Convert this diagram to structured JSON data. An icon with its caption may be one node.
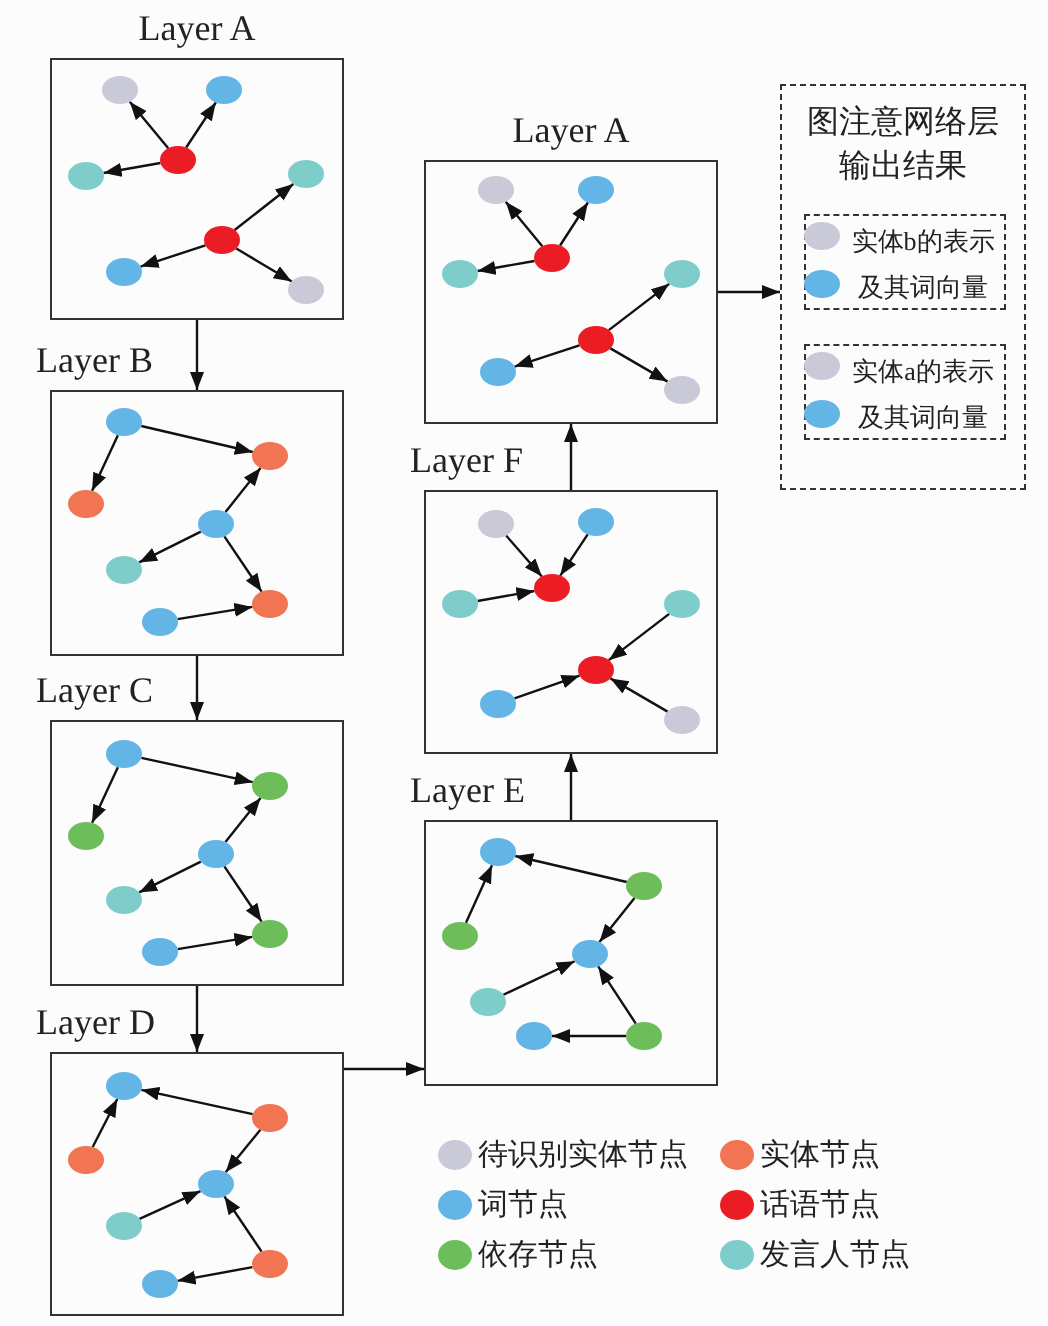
{
  "diagram": {
    "nodes": [
      {
        "text": [
          "Layer A"
        ]
      },
      {
        "text": [],
        "shape": "circle",
        "in": 0
      },
      {
        "text": [],
        "shape": "circle",
        "in": 0
      },
      {
        "text": [],
        "shape": "circle",
        "in": 0
      },
      {
        "text": [],
        "shape": "circle",
        "in": 0
      },
      {
        "text": [],
        "shape": "circle",
        "in": 0
      },
      {
        "text": [],
        "shape": "circle",
        "in": 0
      },
      {
        "text": [],
        "shape": "circle",
        "in": 0
      },
      {
        "text": [],
        "shape": "circle",
        "in": 0
      },
      {
        "text": [
          "Layer B"
        ]
      },
      {
        "text": [],
        "shape": "circle",
        "in": 9
      },
      {
        "text": [],
        "shape": "circle",
        "in": 9
      },
      {
        "text": [],
        "shape": "circle",
        "in": 9
      },
      {
        "text": [],
        "shape": "circle",
        "in": 9
      },
      {
        "text": [],
        "shape": "circle",
        "in": 9
      },
      {
        "text": [],
        "shape": "circle",
        "in": 9
      },
      {
        "text": [],
        "shape": "circle",
        "in": 9
      },
      {
        "text": [
          "Layer C"
        ]
      },
      {
        "text": [],
        "shape": "circle",
        "in": 17
      },
      {
        "text": [],
        "shape": "circle",
        "in": 17
      },
      {
        "text": [],
        "shape": "circle",
        "in": 17
      },
      {
        "text": [],
        "shape": "circle",
        "in": 17
      },
      {
        "text": [],
        "shape": "circle",
        "in": 17
      },
      {
        "text": [],
        "shape": "circle",
        "in": 17
      },
      {
        "text": [],
        "shape": "circle",
        "in": 17
      },
      {
        "text": [
          "Layer D"
        ]
      },
      {
        "text": [],
        "shape": "circle",
        "in": 25
      },
      {
        "text": [],
        "shape": "circle",
        "in": 25
      },
      {
        "text": [],
        "shape": "circle",
        "in": 25
      },
      {
        "text": [],
        "shape": "circle",
        "in": 25
      },
      {
        "text": [],
        "shape": "circle",
        "in": 25
      },
      {
        "text": [],
        "shape": "circle",
        "in": 25
      },
      {
        "text": [],
        "shape": "circle",
        "in": 25
      },
      {
        "text": [
          "Layer E"
        ]
      },
      {
        "text": [],
        "shape": "circle",
        "in": 33
      },
      {
        "text": [],
        "shape": "circle",
        "in": 33
      },
      {
        "text": [],
        "shape": "circle",
        "in": 33
      },
      {
        "text": [],
        "shape": "circle",
        "in": 33
      },
      {
        "text": [],
        "shape": "circle",
        "in": 33
      },
      {
        "text": [],
        "shape": "circle",
        "in": 33
      },
      {
        "text": [],
        "shape": "circle",
        "in": 33
      },
      {
        "text": [
          "Layer F"
        ]
      },
      {
        "text": [],
        "shape": "circle",
        "in": 41
      },
      {
        "text": [],
        "shape": "circle",
        "in": 41
      },
      {
        "text": [],
        "shape": "circle",
        "in": 41
      },
      {
        "text": [],
        "shape": "circle",
        "in": 41
      },
      {
        "text": [],
        "shape": "circle",
        "in": 41
      },
      {
        "text": [],
        "shape": "circle",
        "in": 41
      },
      {
        "text": [],
        "shape": "circle",
        "in": 41
      },
      {
        "text": [],
        "shape": "circle",
        "in": 41
      },
      {
        "text": [
          "Layer A"
        ]
      },
      {
        "text": [],
        "shape": "circle",
        "in": 50
      },
      {
        "text": [],
        "shape": "circle",
        "in": 50
      },
      {
        "text": [],
        "shape": "circle",
        "in": 50
      },
      {
        "text": [],
        "shape": "circle",
        "in": 50
      },
      {
        "text": [],
        "shape": "circle",
        "in": 50
      },
      {
        "text": [],
        "shape": "circle",
        "in": 50
      },
      {
        "text": [],
        "shape": "circle",
        "in": 50
      },
      {
        "text": [],
        "shape": "circle",
        "in": 50
      },
      {
        "text": [
          "图注意网络层输出结果"
        ]
      },
      {
        "text": [
          "实体b的表示及其词向量"
        ],
        "in": 59
      },
      {
        "text": [],
        "shape": "circle",
        "in": 60
      },
      {
        "text": [],
        "shape": "circle",
        "in": 60
      },
      {
        "text": [
          "实体a的表示及其词向量"
        ],
        "in": 59
      },
      {
        "text": [],
        "shape": "circle",
        "in": 63
      },
      {
        "text": [],
        "shape": "circle",
        "in": 63
      }
    ],
    "edges": [
      {
        "from": 0,
        "to": 9,
        "arrow": "to"
      },
      {
        "from": 9,
        "to": 17,
        "arrow": "to"
      },
      {
        "from": 17,
        "to": 25,
        "arrow": "to"
      },
      {
        "from": 25,
        "to": 33,
        "arrow": "to"
      },
      {
        "from": 33,
        "to": 41,
        "arrow": "to"
      },
      {
        "from": 41,
        "to": 50,
        "arrow": "to"
      },
      {
        "from": 50,
        "to": 59,
        "arrow": "to"
      },
      {
        "from": 3,
        "to": 1,
        "arrow": "to"
      },
      {
        "from": 3,
        "to": 2,
        "arrow": "to"
      },
      {
        "from": 3,
        "to": 4,
        "arrow": "to"
      },
      {
        "from": 6,
        "to": 5,
        "arrow": "to"
      },
      {
        "from": 6,
        "to": 7,
        "arrow": "to"
      },
      {
        "from": 6,
        "to": 8,
        "arrow": "to"
      },
      {
        "from": 10,
        "to": 11,
        "arrow": "to"
      },
      {
        "from": 10,
        "to": 12,
        "arrow": "to"
      },
      {
        "from": 13,
        "to": 11,
        "arrow": "to"
      },
      {
        "from": 13,
        "to": 14,
        "arrow": "to"
      },
      {
        "from": 13,
        "to": 15,
        "arrow": "to"
      },
      {
        "from": 16,
        "to": 15,
        "arrow": "to"
      },
      {
        "from": 18,
        "to": 19,
        "arrow": "to"
      },
      {
        "from": 18,
        "to": 20,
        "arrow": "to"
      },
      {
        "from": 21,
        "to": 19,
        "arrow": "to"
      },
      {
        "from": 21,
        "to": 22,
        "arrow": "to"
      },
      {
        "from": 21,
        "to": 23,
        "arrow": "to"
      },
      {
        "from": 24,
        "to": 23,
        "arrow": "to"
      },
      {
        "from": 27,
        "to": 26,
        "arrow": "to"
      },
      {
        "from": 28,
        "to": 26,
        "arrow": "to"
      },
      {
        "from": 27,
        "to": 29,
        "arrow": "to"
      },
      {
        "from": 30,
        "to": 29,
        "arrow": "to"
      },
      {
        "from": 31,
        "to": 29,
        "arrow": "to"
      },
      {
        "from": 31,
        "to": 32,
        "arrow": "to"
      },
      {
        "from": 35,
        "to": 34,
        "arrow": "to"
      },
      {
        "from": 36,
        "to": 34,
        "arrow": "to"
      },
      {
        "from": 35,
        "to": 37,
        "arrow": "to"
      },
      {
        "from": 38,
        "to": 37,
        "arrow": "to"
      },
      {
        "from": 40,
        "to": 37,
        "arrow": "to"
      },
      {
        "from": 40,
        "to": 39,
        "arrow": "to"
      },
      {
        "from": 42,
        "to": 44,
        "arrow": "to"
      },
      {
        "from": 43,
        "to": 44,
        "arrow": "to"
      },
      {
        "from": 45,
        "to": 44,
        "arrow": "to"
      },
      {
        "from": 46,
        "to": 47,
        "arrow": "to"
      },
      {
        "from": 48,
        "to": 47,
        "arrow": "to"
      },
      {
        "from": 49,
        "to": 47,
        "arrow": "to"
      },
      {
        "from": 53,
        "to": 51,
        "arrow": "to"
      },
      {
        "from": 53,
        "to": 52,
        "arrow": "to"
      },
      {
        "from": 53,
        "to": 54,
        "arrow": "to"
      },
      {
        "from": 56,
        "to": 55,
        "arrow": "to"
      },
      {
        "from": 56,
        "to": 57,
        "arrow": "to"
      },
      {
        "from": 56,
        "to": 58,
        "arrow": "to"
      }
    ],
    "legend": [
      {
        "text": "待识别实体节点",
        "color": "#c9c9d8"
      },
      {
        "text": "实体节点",
        "color": "#f17552"
      },
      {
        "text": "词节点",
        "color": "#63b5e5"
      },
      {
        "text": "话语节点",
        "color": "#ec1c24"
      },
      {
        "text": "依存节点",
        "color": "#6dbd5a"
      },
      {
        "text": "发言人节点",
        "color": "#7fcdcb"
      }
    ]
  }
}
